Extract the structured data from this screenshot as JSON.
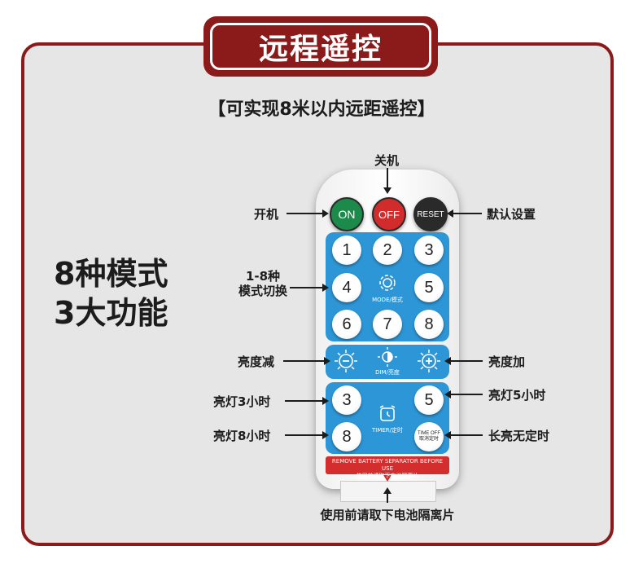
{
  "title": "远程遥控",
  "subtitle": "【可实现8米以内远距遥控】",
  "headline": {
    "line1": "8种模式",
    "line2": "3大功能"
  },
  "remote": {
    "top_buttons": {
      "on": "ON",
      "off": "OFF",
      "reset": "RESET"
    },
    "number_buttons": [
      "1",
      "2",
      "3",
      "4",
      "5",
      "6",
      "7",
      "8"
    ],
    "mode_caption": "MODE/模式",
    "dim_caption": "DIM/亮度",
    "timer_buttons": {
      "h3": "3",
      "h5": "5",
      "h8": "8",
      "timeoff_line1": "TIME OFF",
      "timeoff_line2": "取消定时"
    },
    "timer_caption": "TIMER/定时",
    "warning": {
      "line1": "REMOVE BATTERY SEPARATOR BEFORE USE",
      "line2": "使用前请取下电池隔离片"
    }
  },
  "callouts": {
    "off": "关机",
    "on": "开机",
    "reset": "默认设置",
    "modes_line1": "1-8种",
    "modes_line2": "模式切换",
    "dim_down": "亮度减",
    "dim_up": "亮度加",
    "timer3": "亮灯3小时",
    "timer5": "亮灯5小时",
    "timer8": "亮灯8小时",
    "timeoff": "长亮无定时",
    "separator": "使用前请取下电池隔离片"
  },
  "colors": {
    "frame": "#8b1a1a",
    "panel": "#2d96d6",
    "on_button": "#1b8a4a",
    "off_button": "#d22b2b",
    "reset_button": "#2a2a2a",
    "warning_strip": "#d32d2d"
  },
  "icons": [
    "gear-icon",
    "half-sun-icon",
    "sun-minus-icon",
    "sun-plus-icon",
    "alarm-clock-icon"
  ]
}
